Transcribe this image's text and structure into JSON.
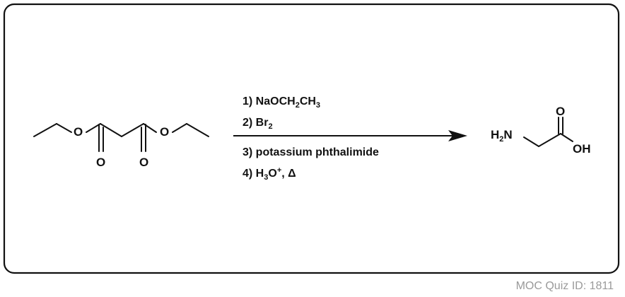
{
  "reactant": {
    "atoms": [
      "O",
      "O",
      "O",
      "O"
    ]
  },
  "reagents": {
    "step1": {
      "prefix": "1)  NaOCH",
      "sub1": "2",
      "mid": "CH",
      "sub2": "3"
    },
    "step2": {
      "prefix": "2)  Br",
      "sub": "2"
    },
    "step3": {
      "text": "3)  potassium phthalimide"
    },
    "step4": {
      "prefix": "4)  H",
      "sub": "3",
      "o": "O",
      "sup": "+",
      "tail": ", Δ"
    }
  },
  "product": {
    "amine_h": "H",
    "amine_sub": "2",
    "amine_n": "N",
    "carbonyl_o": "O",
    "hydroxyl": "OH"
  },
  "watermark": "MOC Quiz ID: 1811"
}
